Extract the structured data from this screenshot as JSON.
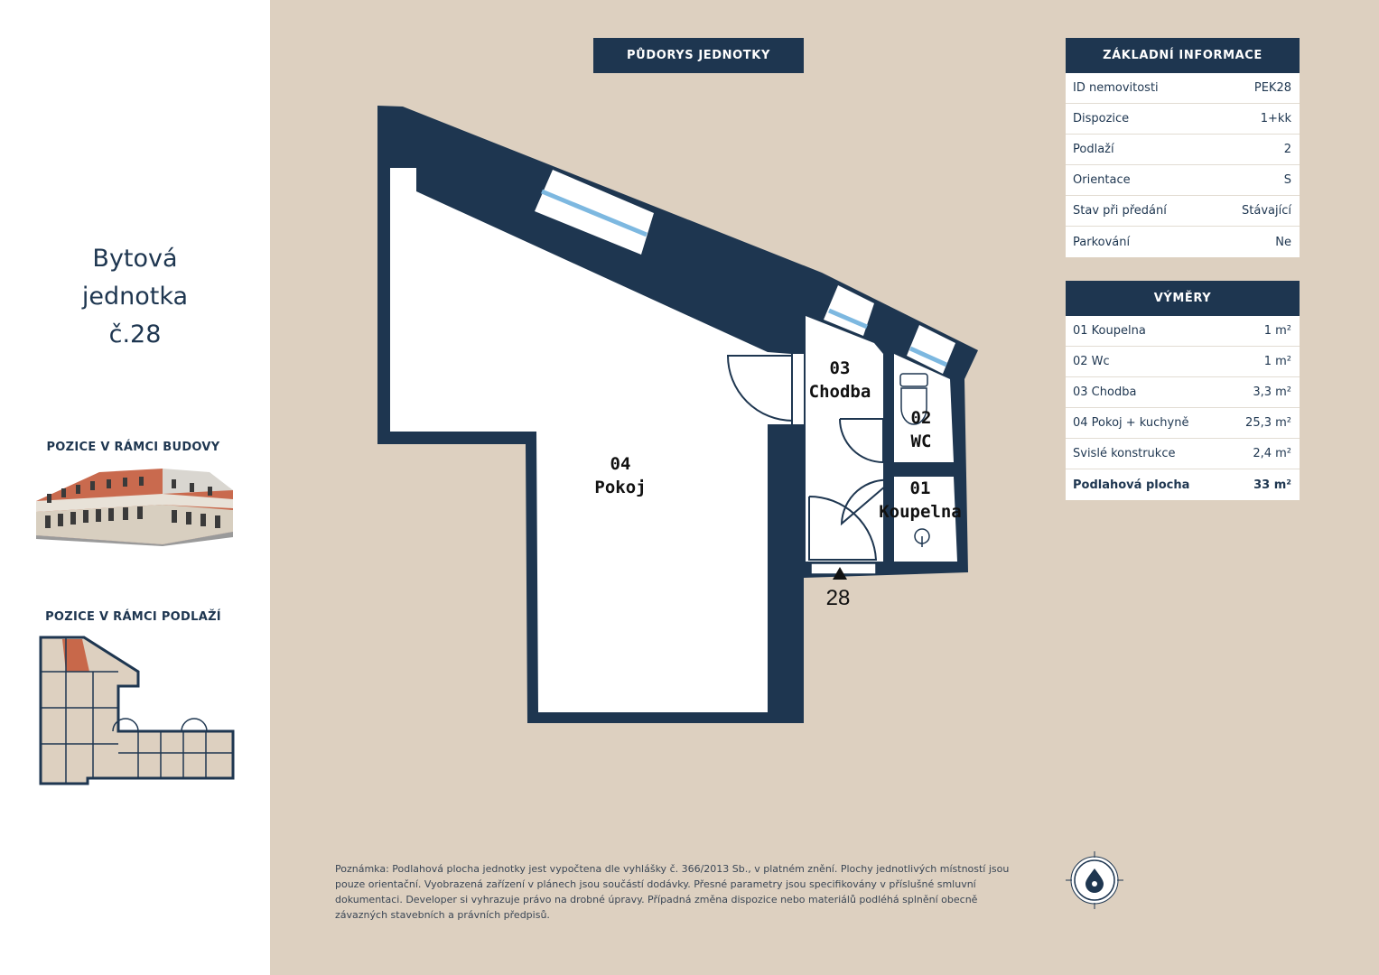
{
  "sidebar": {
    "title_lines": [
      "Bytová",
      "jednotka",
      "č.28"
    ],
    "building_heading": "POZICE V RÁMCI BUDOVY",
    "floor_heading": "POZICE V RÁMCI PODLAŽÍ"
  },
  "plan": {
    "header": "PŮDORYS JEDNOTKY",
    "rooms": [
      {
        "number": "04",
        "name": "Pokoj"
      },
      {
        "number": "03",
        "name": "Chodba"
      },
      {
        "number": "02",
        "name": "WC"
      },
      {
        "number": "01",
        "name": "Koupelna"
      }
    ],
    "entrance_label": "28"
  },
  "basic_info": {
    "header": "ZÁKLADNÍ INFORMACE",
    "rows": [
      {
        "label": "ID nemovitosti",
        "value": "PEK28"
      },
      {
        "label": "Dispozice",
        "value": "1+kk"
      },
      {
        "label": "Podlaží",
        "value": "2"
      },
      {
        "label": "Orientace",
        "value": "S"
      },
      {
        "label": "Stav při předání",
        "value": "Stávající"
      },
      {
        "label": "Parkování",
        "value": "Ne"
      }
    ]
  },
  "areas": {
    "header": "VÝMĚRY",
    "rows": [
      {
        "label": "01 Koupelna",
        "value": "1 m²"
      },
      {
        "label": "02 Wc",
        "value": "1 m²"
      },
      {
        "label": "03 Chodba",
        "value": "3,3 m²"
      },
      {
        "label": "04 Pokoj + kuchyně",
        "value": "25,3 m²"
      },
      {
        "label": "Svislé konstrukce",
        "value": "2,4 m²"
      }
    ],
    "total": {
      "label": "Podlahová plocha",
      "value": "33 m²"
    }
  },
  "note": "Poznámka: Podlahová plocha jednotky jest vypočtena dle vyhlášky č. 366/2013 Sb., v platném znění. Plochy jednotlivých místností jsou pouze orientační. Vyobrazená zařízení v plánech jsou součástí dodávky. Přesné parametry jsou specifikovány v příslušné smluvní dokumentaci. Developer si vyhrazuje právo na drobné úpravy. Případná změna dispozice nebo materiálů podléhá splnění obecně závazných stavebních a právních předpisů.",
  "colors": {
    "navy": "#1e3650",
    "beige": "#ddd0c0",
    "window": "#7db8e0",
    "highlight": "#c8684a"
  }
}
